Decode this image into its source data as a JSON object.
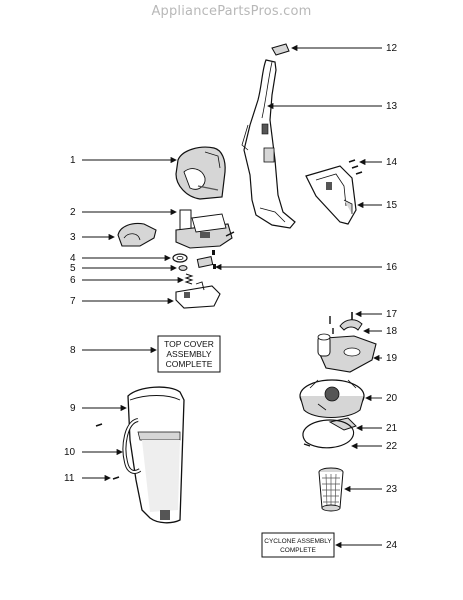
{
  "header": {
    "watermark": "AppliancePartsPros.com"
  },
  "callouts": {
    "c1": "1",
    "c2": "2",
    "c3": "3",
    "c4": "4",
    "c5": "5",
    "c6": "6",
    "c7": "7",
    "c8": "8",
    "c9": "9",
    "c10": "10",
    "c11": "11",
    "c12": "12",
    "c13": "13",
    "c14": "14",
    "c15": "15",
    "c16": "16",
    "c17": "17",
    "c18": "18",
    "c19": "19",
    "c20": "20",
    "c21": "21",
    "c22": "22",
    "c23": "23",
    "c24": "24"
  },
  "top_cover_box": {
    "line1": "TOP COVER",
    "line2": "ASSEMBLY",
    "line3": "COMPLETE"
  },
  "cyclone_box": {
    "line1": "CYCLONE ASSEMBLY",
    "line2": "COMPLETE"
  },
  "colors": {
    "line": "#111111",
    "shade": "#d6d6d6",
    "dark": "#555555",
    "watermark": "#b8b8b8"
  }
}
